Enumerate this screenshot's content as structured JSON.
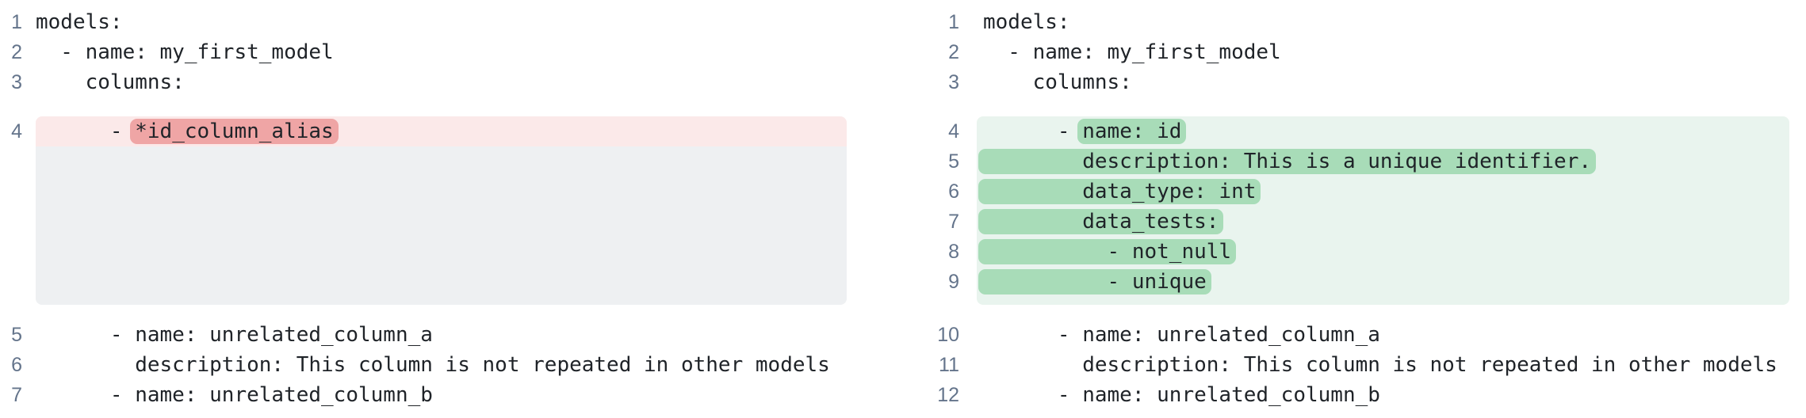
{
  "colors": {
    "page_bg": "#ffffff",
    "code_text": "#1f2328",
    "line_number": "#64748b",
    "removed_row_bg": "#fbe9e9",
    "removed_highlight_bg": "#efa5a5",
    "removed_filler_bg": "#eef0f2",
    "added_block_bg": "#e9f4ee",
    "added_highlight_bg": "#a8dcb8"
  },
  "left_pane": {
    "lines_before": [
      {
        "number": "1",
        "text": "models:"
      },
      {
        "number": "2",
        "text": "  - name: my_first_model"
      },
      {
        "number": "3",
        "text": "    columns:"
      }
    ],
    "removed_line": {
      "number": "4",
      "prefix": "      - ",
      "highlight": "*id_column_alias"
    },
    "lines_after": [
      {
        "number": "5",
        "text": "      - name: unrelated_column_a"
      },
      {
        "number": "6",
        "text": "        description: This column is not repeated in other models"
      },
      {
        "number": "7",
        "text": "      - name: unrelated_column_b"
      }
    ]
  },
  "right_pane": {
    "lines_before": [
      {
        "number": "1",
        "text": "models:"
      },
      {
        "number": "2",
        "text": "  - name: my_first_model"
      },
      {
        "number": "3",
        "text": "    columns:"
      }
    ],
    "added_lines": [
      {
        "number": "4",
        "prefix": "      - ",
        "highlight": "name: id"
      },
      {
        "number": "5",
        "prefix": "",
        "highlight": "        description: This is a unique identifier."
      },
      {
        "number": "6",
        "prefix": "",
        "highlight": "        data_type: int"
      },
      {
        "number": "7",
        "prefix": "",
        "highlight": "        data_tests:"
      },
      {
        "number": "8",
        "prefix": "",
        "highlight": "          - not_null"
      },
      {
        "number": "9",
        "prefix": "",
        "highlight": "          - unique"
      }
    ],
    "lines_after": [
      {
        "number": "10",
        "text": "      - name: unrelated_column_a"
      },
      {
        "number": "11",
        "text": "        description: This column is not repeated in other models"
      },
      {
        "number": "12",
        "text": "      - name: unrelated_column_b"
      }
    ]
  }
}
